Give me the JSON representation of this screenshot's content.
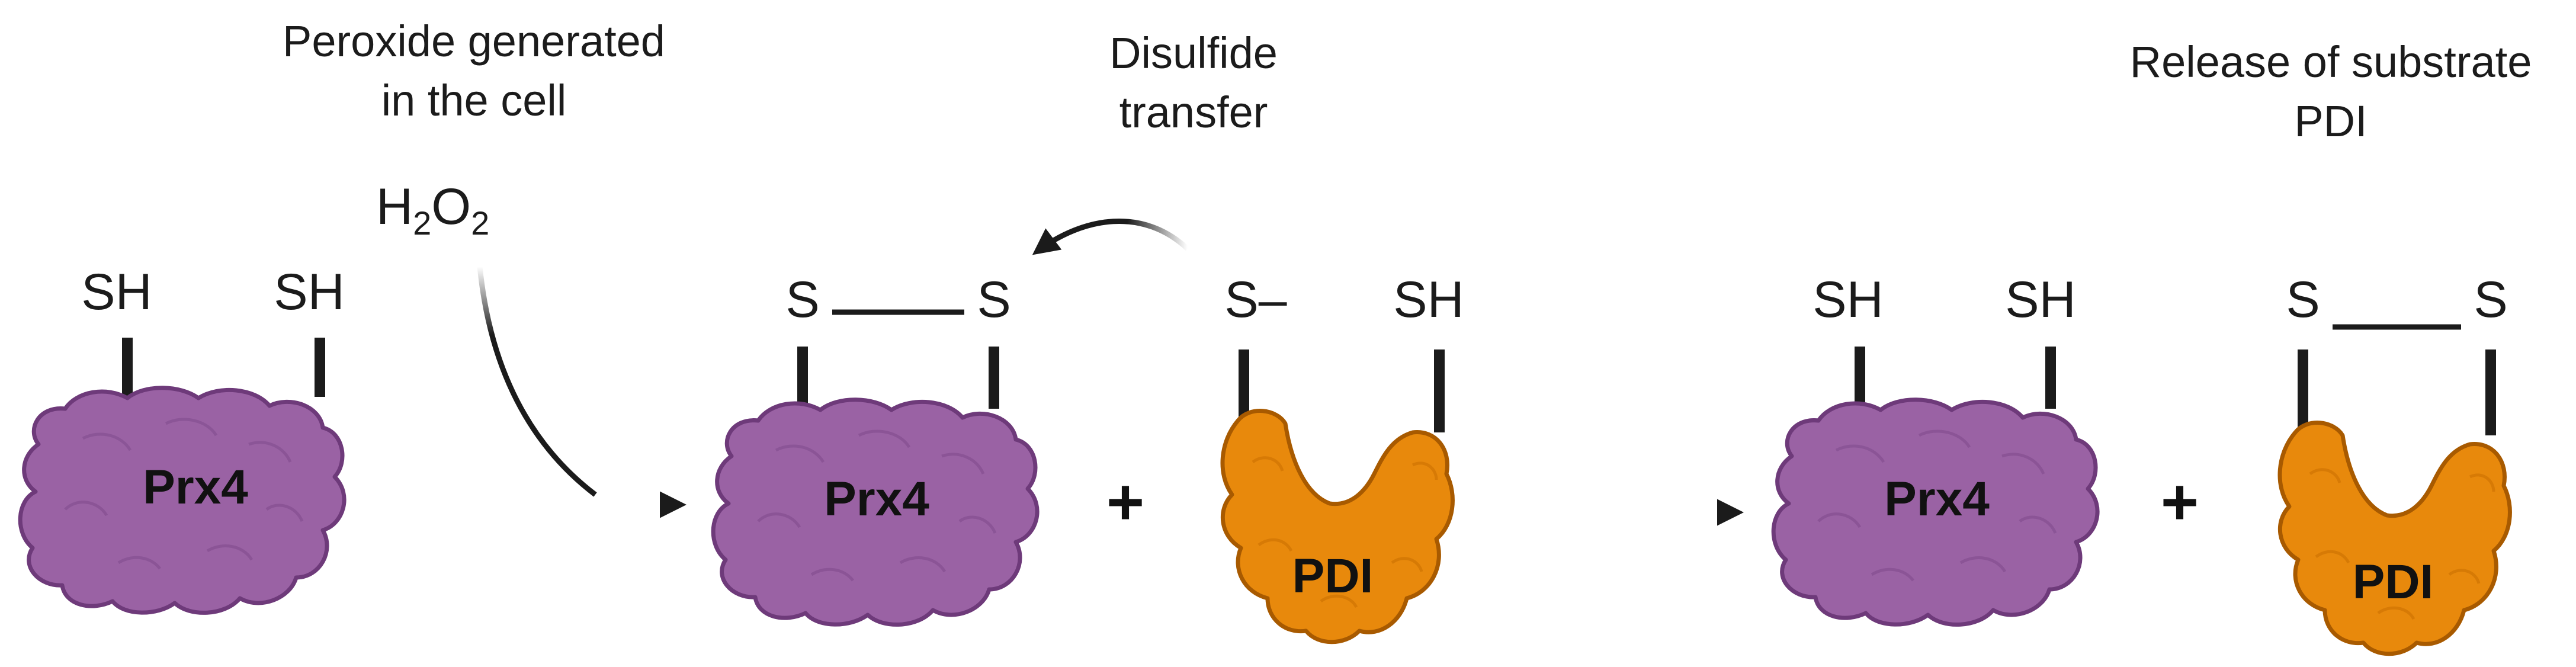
{
  "captions": {
    "peroxide_line1": "Peroxide generated",
    "peroxide_line2": "in the cell",
    "disulfide_line1": "Disulfide",
    "disulfide_line2": "transfer",
    "release_line1": "Release of substrate",
    "release_line2": "PDI"
  },
  "h2o2": {
    "h": "H",
    "sub1": "2",
    "o": "O",
    "sub2": "2"
  },
  "stage1": {
    "protein": "Prx4",
    "left_group": "SH",
    "right_group": "SH"
  },
  "stage2": {
    "prx4": {
      "protein": "Prx4",
      "left_group": "S",
      "right_group": "S"
    },
    "pdi": {
      "protein": "PDI",
      "left_group": "S–",
      "right_group": "SH"
    }
  },
  "stage3": {
    "prx4": {
      "protein": "Prx4",
      "left_group": "SH",
      "right_group": "SH"
    },
    "pdi": {
      "protein": "PDI",
      "left_group": "S",
      "right_group": "S"
    }
  },
  "plus_sign": "+",
  "colors": {
    "prx4_fill": "#9a62a4",
    "prx4_outline": "#6e3a7a",
    "pdi_fill": "#e8890c",
    "pdi_outline": "#a85a00",
    "stroke": "#1b1b1b"
  }
}
